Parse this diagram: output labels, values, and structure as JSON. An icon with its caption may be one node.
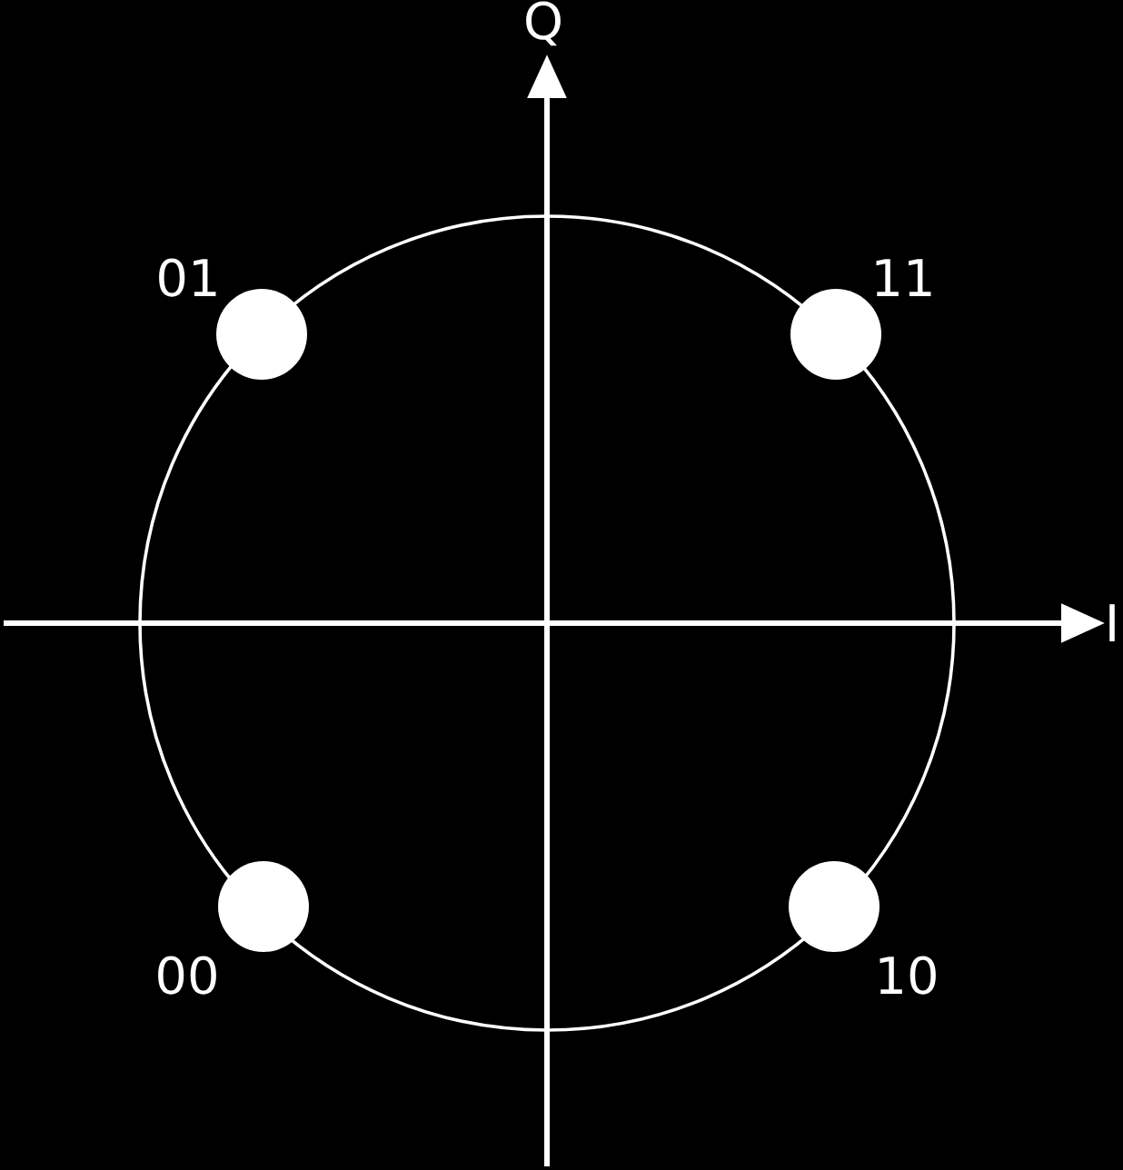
{
  "diagram": {
    "labels": [
      "Q",
      "01",
      "11",
      "I",
      "00",
      "10"
    ]
  }
}
